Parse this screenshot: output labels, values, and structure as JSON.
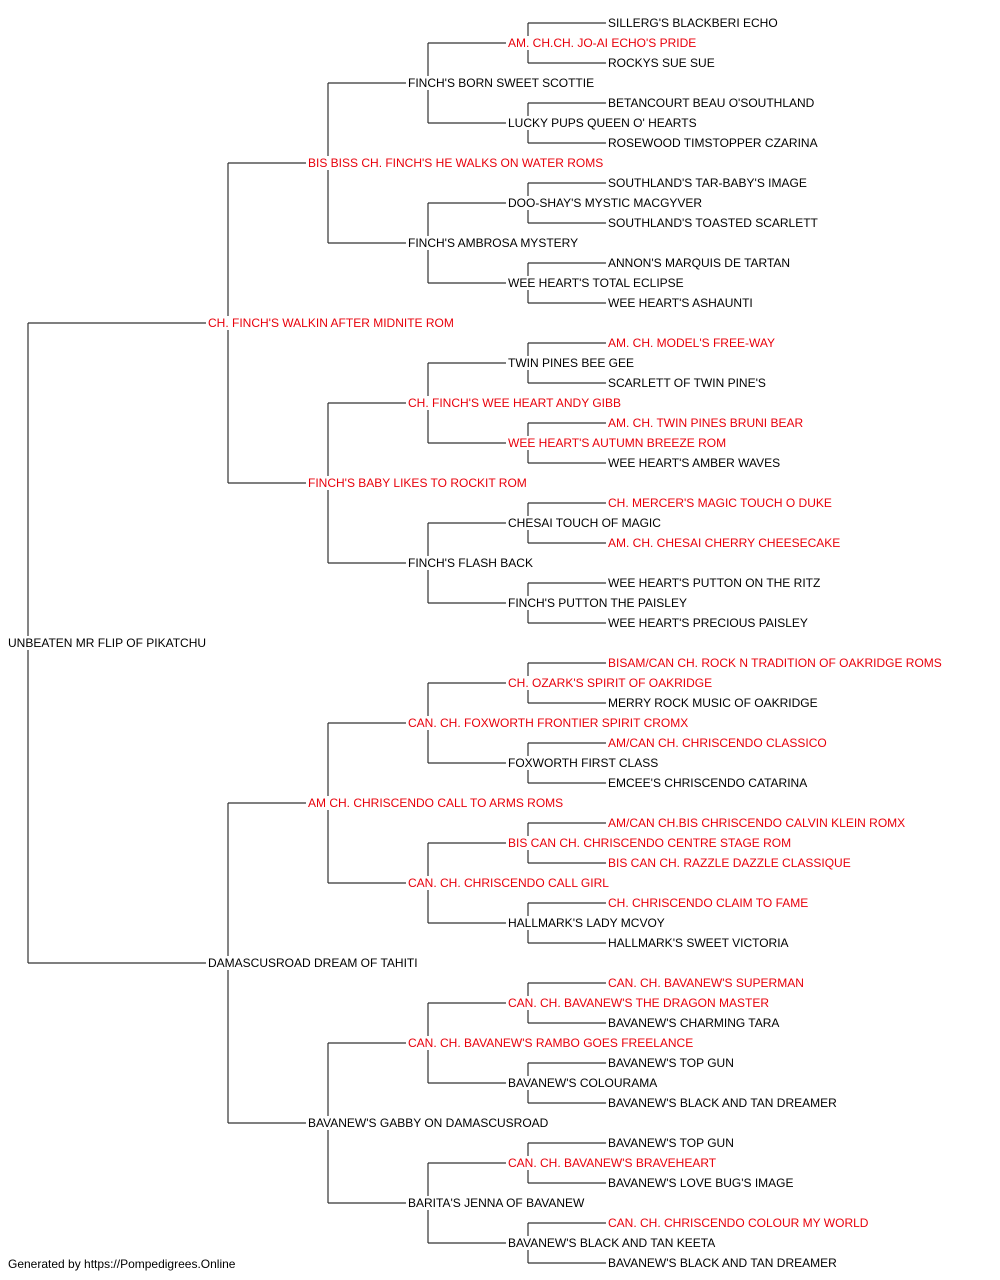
{
  "pedigree": {
    "name": "UNBEATEN MR FLIP OF PIKATCHU",
    "champion": false,
    "sire": {
      "name": "CH. FINCH'S WALKIN AFTER MIDNITE ROM",
      "champion": true,
      "sire": {
        "name": "BIS BISS CH. FINCH'S HE WALKS ON WATER ROMS",
        "champion": true,
        "sire": {
          "name": "FINCH'S BORN SWEET SCOTTIE",
          "champion": false,
          "sire": {
            "name": "AM. CH.CH. JO-AI ECHO'S PRIDE",
            "champion": true,
            "sire": {
              "name": "SILLERG'S BLACKBERI ECHO",
              "champion": false
            },
            "dam": {
              "name": "ROCKYS SUE SUE",
              "champion": false
            }
          },
          "dam": {
            "name": "LUCKY PUPS QUEEN O' HEARTS",
            "champion": false,
            "sire": {
              "name": "BETANCOURT BEAU O'SOUTHLAND",
              "champion": false
            },
            "dam": {
              "name": "ROSEWOOD TIMSTOPPER CZARINA",
              "champion": false
            }
          }
        },
        "dam": {
          "name": "FINCH'S AMBROSA MYSTERY",
          "champion": false,
          "sire": {
            "name": "DOO-SHAY'S MYSTIC MACGYVER",
            "champion": false,
            "sire": {
              "name": "SOUTHLAND'S TAR-BABY'S IMAGE",
              "champion": false
            },
            "dam": {
              "name": "SOUTHLAND'S TOASTED SCARLETT",
              "champion": false
            }
          },
          "dam": {
            "name": "WEE HEART'S TOTAL ECLIPSE",
            "champion": false,
            "sire": {
              "name": "ANNON'S MARQUIS DE TARTAN",
              "champion": false
            },
            "dam": {
              "name": "WEE HEART'S ASHAUNTI",
              "champion": false
            }
          }
        }
      },
      "dam": {
        "name": "FINCH'S BABY LIKES TO ROCKIT ROM",
        "champion": true,
        "sire": {
          "name": "CH. FINCH'S WEE HEART ANDY GIBB",
          "champion": true,
          "sire": {
            "name": "TWIN PINES BEE GEE",
            "champion": false,
            "sire": {
              "name": "AM. CH. MODEL'S FREE-WAY",
              "champion": true
            },
            "dam": {
              "name": "SCARLETT OF TWIN PINE'S",
              "champion": false
            }
          },
          "dam": {
            "name": "WEE HEART'S AUTUMN BREEZE ROM",
            "champion": true,
            "sire": {
              "name": "AM. CH. TWIN PINES BRUNI BEAR",
              "champion": true
            },
            "dam": {
              "name": "WEE HEART'S AMBER WAVES",
              "champion": false
            }
          }
        },
        "dam": {
          "name": "FINCH'S FLASH BACK",
          "champion": false,
          "sire": {
            "name": "CHESAI TOUCH OF MAGIC",
            "champion": false,
            "sire": {
              "name": "CH. MERCER'S MAGIC TOUCH O DUKE",
              "champion": true
            },
            "dam": {
              "name": "AM. CH. CHESAI CHERRY CHEESECAKE",
              "champion": true
            }
          },
          "dam": {
            "name": "FINCH'S PUTTON THE PAISLEY",
            "champion": false,
            "sire": {
              "name": "WEE HEART'S PUTTON ON THE RITZ",
              "champion": false
            },
            "dam": {
              "name": "WEE HEART'S PRECIOUS PAISLEY",
              "champion": false
            }
          }
        }
      }
    },
    "dam": {
      "name": "DAMASCUSROAD DREAM OF TAHITI",
      "champion": false,
      "sire": {
        "name": "AM CH. CHRISCENDO CALL TO ARMS ROMS",
        "champion": true,
        "sire": {
          "name": "CAN. CH. FOXWORTH FRONTIER SPIRIT CROMX",
          "champion": true,
          "sire": {
            "name": "CH. OZARK'S SPIRIT OF OAKRIDGE",
            "champion": true,
            "sire": {
              "name": "BISAM/CAN CH. ROCK N TRADITION OF OAKRIDGE ROMS",
              "champion": true
            },
            "dam": {
              "name": "MERRY ROCK MUSIC OF OAKRIDGE",
              "champion": false
            }
          },
          "dam": {
            "name": "FOXWORTH FIRST CLASS",
            "champion": false,
            "sire": {
              "name": "AM/CAN CH. CHRISCENDO CLASSICO",
              "champion": true
            },
            "dam": {
              "name": "EMCEE'S CHRISCENDO CATARINA",
              "champion": false
            }
          }
        },
        "dam": {
          "name": "CAN. CH. CHRISCENDO CALL GIRL",
          "champion": true,
          "sire": {
            "name": "BIS CAN CH. CHRISCENDO CENTRE STAGE ROM",
            "champion": true,
            "sire": {
              "name": "AM/CAN CH.BIS CHRISCENDO CALVIN KLEIN ROMX",
              "champion": true
            },
            "dam": {
              "name": "BIS CAN CH. RAZZLE DAZZLE CLASSIQUE",
              "champion": true
            }
          },
          "dam": {
            "name": "HALLMARK'S LADY MCVOY",
            "champion": false,
            "sire": {
              "name": "CH. CHRISCENDO CLAIM TO FAME",
              "champion": true
            },
            "dam": {
              "name": "HALLMARK'S SWEET VICTORIA",
              "champion": false
            }
          }
        }
      },
      "dam": {
        "name": "BAVANEW'S GABBY ON DAMASCUSROAD",
        "champion": false,
        "sire": {
          "name": "CAN. CH. BAVANEW'S RAMBO GOES FREELANCE",
          "champion": true,
          "sire": {
            "name": "CAN. CH. BAVANEW'S THE DRAGON MASTER",
            "champion": true,
            "sire": {
              "name": "CAN. CH. BAVANEW'S SUPERMAN",
              "champion": true
            },
            "dam": {
              "name": "BAVANEW'S CHARMING TARA",
              "champion": false
            }
          },
          "dam": {
            "name": "BAVANEW'S COLOURAMA",
            "champion": false,
            "sire": {
              "name": "BAVANEW'S TOP GUN",
              "champion": false
            },
            "dam": {
              "name": "BAVANEW'S BLACK AND TAN DREAMER",
              "champion": false
            }
          }
        },
        "dam": {
          "name": "BARITA'S JENNA OF BAVANEW",
          "champion": false,
          "sire": {
            "name": "CAN. CH. BAVANEW'S BRAVEHEART",
            "champion": true,
            "sire": {
              "name": "BAVANEW'S TOP GUN",
              "champion": false
            },
            "dam": {
              "name": "BAVANEW'S LOVE BUG'S IMAGE",
              "champion": false
            }
          },
          "dam": {
            "name": "BAVANEW'S BLACK AND TAN KEETA",
            "champion": false,
            "sire": {
              "name": "CAN. CH. CHRISCENDO COLOUR MY WORLD",
              "champion": true
            },
            "dam": {
              "name": "BAVANEW'S BLACK AND TAN DREAMER",
              "champion": false
            }
          }
        }
      }
    }
  },
  "colors": {
    "champion": "#e8000b",
    "regular": "#000000",
    "connector": "#333333"
  },
  "footer": "Generated by https://Pompedigrees.Online"
}
